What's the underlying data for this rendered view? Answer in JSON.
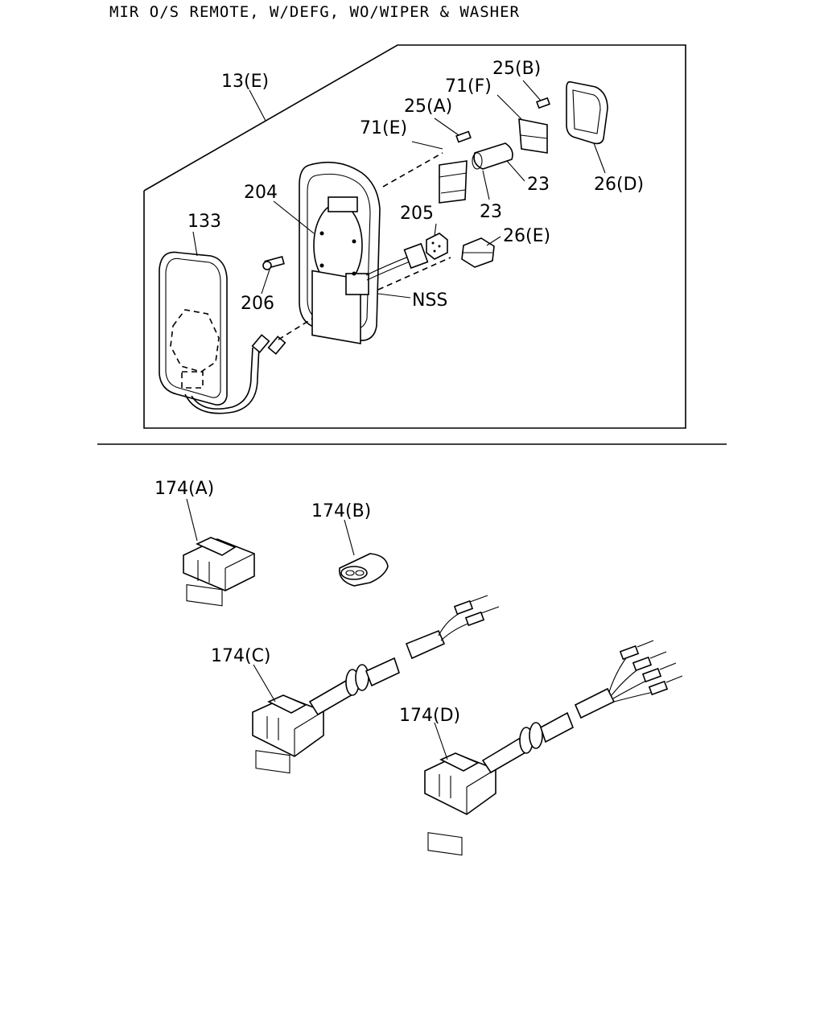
{
  "title": "MIR O/S REMOTE, W/DEFG, WO/WIPER & WASHER",
  "labels": {
    "p13e": "13(E)",
    "p25b": "25(B)",
    "p71f": "71(F)",
    "p25a": "25(A)",
    "p71e": "71(E)",
    "p204": "204",
    "p23a": "23",
    "p23b": "23",
    "p26d": "26(D)",
    "p133": "133",
    "p205": "205",
    "p26e": "26(E)",
    "p206": "206",
    "nss": "NSS",
    "p174a": "174(A)",
    "p174b": "174(B)",
    "p174c": "174(C)",
    "p174d": "174(D)"
  }
}
